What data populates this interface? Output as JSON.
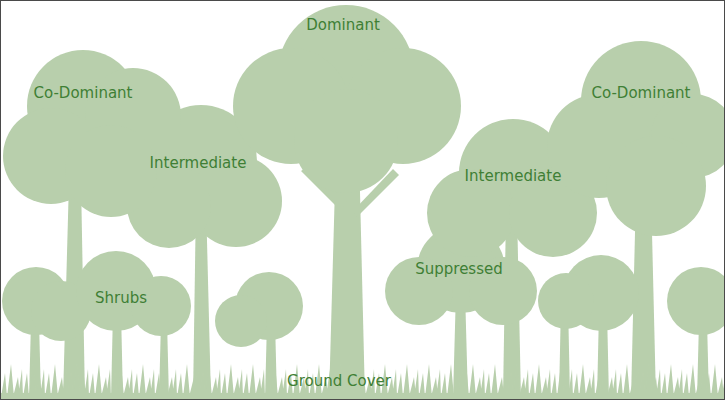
{
  "diagram": {
    "labels": [
      "Dominant",
      "Co-Dominant",
      "Co-Dominant",
      "Intermediate",
      "Intermediate",
      "Suppressed",
      "Shrubs",
      "Ground Cover"
    ]
  }
}
